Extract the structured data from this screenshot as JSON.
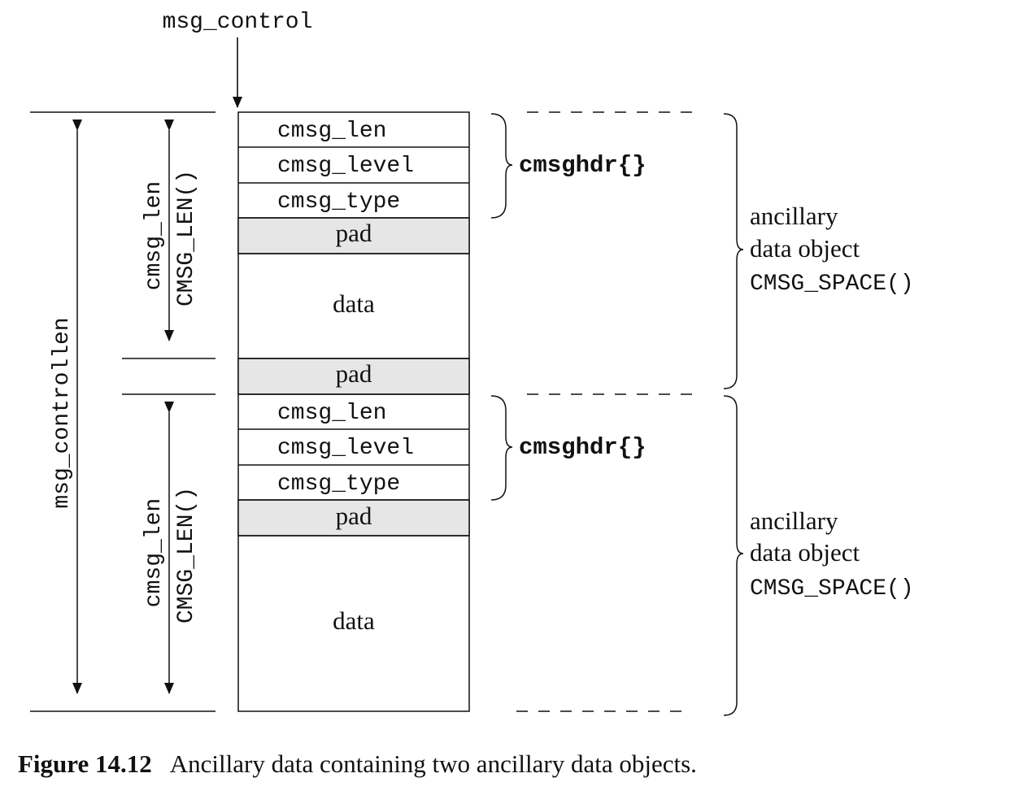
{
  "pointer_label": "msg_control",
  "total_length_label": "msg_controllen",
  "objects": [
    {
      "length_labels": [
        "cmsg_len",
        "CMSG_LEN()"
      ],
      "header_fields": [
        "cmsg_len",
        "cmsg_level",
        "cmsg_type"
      ],
      "header_pad": "pad",
      "data": "data",
      "trailing_pad": "pad",
      "header_brace_label": "cmsghdr{}",
      "object_label": [
        "ancillary",
        "data object",
        "CMSG_SPACE()"
      ]
    },
    {
      "length_labels": [
        "cmsg_len",
        "CMSG_LEN()"
      ],
      "header_fields": [
        "cmsg_len",
        "cmsg_level",
        "cmsg_type"
      ],
      "header_pad": "pad",
      "data": "data",
      "header_brace_label": "cmsghdr{}",
      "object_label": [
        "ancillary",
        "data object",
        "CMSG_SPACE()"
      ]
    }
  ],
  "caption": {
    "number": "Figure 14.12",
    "text": "Ancillary data containing two ancillary data objects."
  },
  "colors": {
    "pad_fill": "#e6e6e6",
    "line": "#111111"
  }
}
